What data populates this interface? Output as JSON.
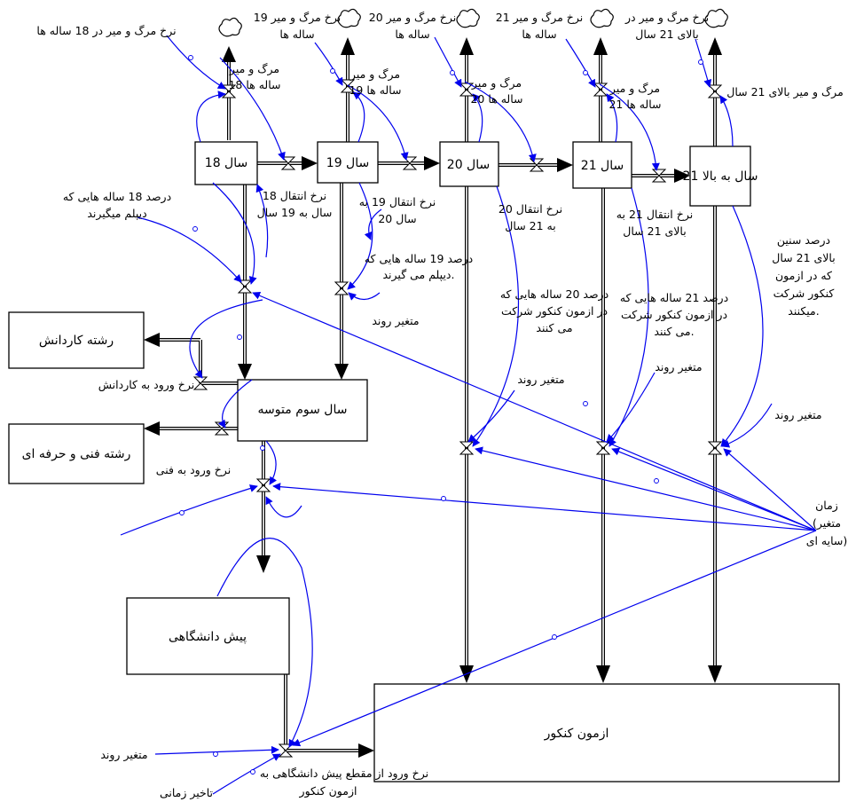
{
  "stocks": {
    "s18": "18 سال",
    "s19": "19 سال",
    "s20": "20 سال",
    "s21": "21 سال",
    "s21plus": "21 سال به بالا",
    "third_year": "سال سوم متوسه",
    "vocational_kar": "رشته کاردانش",
    "vocational_fani": "رشته فنی و حرفه ای",
    "pre_university": "پیش دانشگاهی",
    "konkur": "ازمون کنکور"
  },
  "labels": {
    "death_rate_18": "نرخ مرگ و میر در 18 ساله ها",
    "death_rate_19": [
      "نرخ مرگ و میر 19",
      "ساله ها"
    ],
    "death_rate_20": [
      "نرخ مرگ و میر 20",
      "ساله ها"
    ],
    "death_rate_21": [
      "نرخ مرگ و میر 21",
      "ساله ها"
    ],
    "death_rate_21plus": [
      "نرخ مرگ و میر در",
      "بالای 21 سال"
    ],
    "death_18": [
      "مرگ و میر",
      "18 ساله ها"
    ],
    "death_19": [
      "مرگ و میر",
      "19 ساله ها"
    ],
    "death_20": [
      "مرگ و میر",
      "20 ساله ها"
    ],
    "death_21": [
      "مرگ و میر",
      "21 ساله ها"
    ],
    "death_21plus": "مرگ و میر بالای 21 سال",
    "transfer_18_19": [
      "نرخ انتقال 18",
      "سال به 19 سال"
    ],
    "transfer_19_20": [
      "نرخ انتقال 19 به",
      "20 سال"
    ],
    "transfer_20_21": [
      "نرخ انتقال 20",
      "به 21 سال"
    ],
    "transfer_21_up": [
      "نرخ انتقال 21 به",
      "بالای 21 سال"
    ],
    "pct_18_diploma": [
      "درصد 18 ساله هایی که",
      "دیپلم میگیرند"
    ],
    "pct_19_diploma": [
      "درصد 19 ساله هایی که",
      "دیپلم می گیرند."
    ],
    "pct_20_konkur": [
      "درصد 20 ساله هایی که",
      "در ازمون کنکور شرکت",
      "می کنند"
    ],
    "pct_21_konkur": [
      "درصد 21 ساله هایی که",
      "در ازمون کنکور شرکت",
      "می کنند."
    ],
    "pct_over21_konkur": [
      "درصد سنین",
      "بالای 21 سال",
      "که در ازمون",
      "کنکور شرکت",
      "میکنند."
    ],
    "trend_a": "متغیر روند",
    "trend_b": "متغیر روند",
    "trend_c": "متغیر روند",
    "trend_d": "متغیر روند",
    "trend_e": "متغیر روند",
    "entry_kar": "نرخ ورود به کاردانش",
    "entry_fani": "نرخ ورود به فنی",
    "time": [
      "زمان",
      "(متغیر",
      "سایه ای)"
    ],
    "entry_konkur": [
      "نرخ ورود از مقطع پیش دانشگاهی به",
      "ازمون کنکور"
    ],
    "time_delay": "تاخیر زمانی"
  },
  "colors": {
    "link": "#0000ee",
    "pipe": "#000000",
    "background": "#ffffff"
  }
}
